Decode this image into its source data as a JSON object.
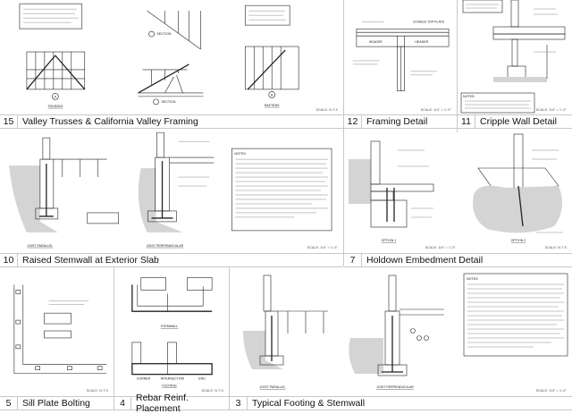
{
  "panels": {
    "p15": {
      "number": "15",
      "title": "Valley Trusses & California Valley Framing",
      "scale": "SCALE: N.T.S",
      "labels": {
        "trusses": "TRUSSES",
        "rafters": "RAFTERS",
        "section": "SECTION",
        "a": "A",
        "b": "B"
      }
    },
    "p12": {
      "number": "12",
      "title": "Framing Detail",
      "scale": "SCALE: 3/4\" = 1'-0\"",
      "labels": {
        "header": "HEADER",
        "top_plate": "DOUBLE TOP PLATE"
      }
    },
    "p11": {
      "number": "11",
      "title": "Cripple Wall Detail",
      "scale": "SCALE: 3/4\" = 1'-0\"",
      "labels": {
        "notes": "NOTES:"
      }
    },
    "p10": {
      "number": "10",
      "title": "Raised Stemwall at Exterior Slab",
      "scale": "SCALE: 3/4\" = 1'-0\"",
      "labels": {
        "joist_parallel": "JOIST PARALLEL",
        "joist_perpendicular": "JOIST PERPENDICULAR",
        "notes": "NOTES:"
      }
    },
    "p7": {
      "number": "7",
      "title": "Holdown Embedment Detail",
      "scale": "SCALE: 3/4\" = 1'-0\"",
      "scale2": "SCALE: N.T.S",
      "labels": {
        "option1": "OPTION 1",
        "option2": "OPTION 2"
      }
    },
    "p5": {
      "number": "5",
      "title": "Sill Plate Bolting",
      "scale": "SCALE: N.T.S"
    },
    "p4": {
      "number": "4",
      "title": "Rebar Reinf. Placement",
      "scale": "SCALE: N.T.S",
      "labels": {
        "stemwall": "STEMWALL",
        "footing": "FOOTING",
        "corner": "CORNER",
        "intersection": "INTERSECTION",
        "end": "END"
      }
    },
    "p3": {
      "number": "3",
      "title": "Typical Footing & Stemwall",
      "scale": "SCALE: 3/4\" = 1'-0\"",
      "labels": {
        "joist_parallel": "JOIST PARALLEL",
        "joist_perpendicular": "JOIST PERPENDICULAR",
        "notes": "NOTES:"
      }
    }
  }
}
